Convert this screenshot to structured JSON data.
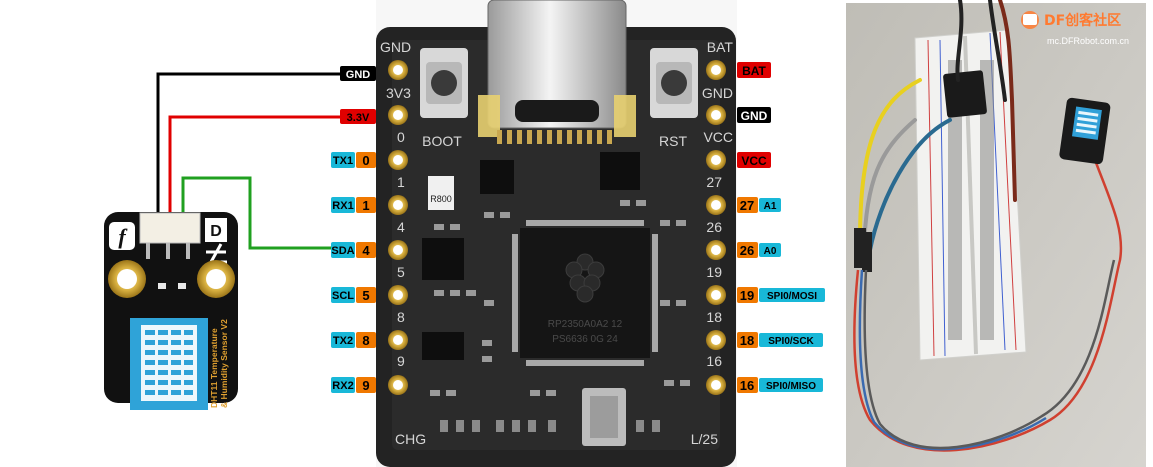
{
  "board": {
    "top_left_label": "GND",
    "top_right_label": "BAT",
    "left_silk": [
      "3V3",
      "0",
      "1",
      "4",
      "5",
      "8",
      "9"
    ],
    "right_silk": [
      "GND",
      "VCC",
      "27",
      "26",
      "19",
      "18",
      "16"
    ],
    "boot_label": "BOOT",
    "rst_label": "RST",
    "chg_label": "CHG",
    "corner_label": "L/25",
    "chip_line1": "RP2350A0A2  12",
    "chip_line2": "PS6636  0G  24"
  },
  "left_tags": [
    {
      "name": "GND",
      "color": "#000000",
      "text_color": "#ffffff"
    },
    {
      "name": "3.3V",
      "color": "#e00000",
      "text_color": "#000000"
    },
    {
      "name": "TX1",
      "num": "0",
      "color": "#18b8d8",
      "num_color": "#f07800"
    },
    {
      "name": "RX1",
      "num": "1",
      "color": "#18b8d8",
      "num_color": "#f07800"
    },
    {
      "name": "SDA",
      "num": "4",
      "color": "#18b8d8",
      "num_color": "#f07800"
    },
    {
      "name": "SCL",
      "num": "5",
      "color": "#18b8d8",
      "num_color": "#f07800"
    },
    {
      "name": "TX2",
      "num": "8",
      "color": "#18b8d8",
      "num_color": "#f07800"
    },
    {
      "name": "RX2",
      "num": "9",
      "color": "#18b8d8",
      "num_color": "#f07800"
    }
  ],
  "right_tags": [
    {
      "name": "BAT",
      "color": "#e00000",
      "text_color": "#000000"
    },
    {
      "name": "GND",
      "color": "#000000",
      "text_color": "#ffffff"
    },
    {
      "name": "VCC",
      "color": "#e00000",
      "text_color": "#000000"
    },
    {
      "num": "27",
      "name": "A1",
      "color": "#18b8d8",
      "num_color": "#f07800"
    },
    {
      "num": "26",
      "name": "A0",
      "color": "#18b8d8",
      "num_color": "#f07800"
    },
    {
      "num": "19",
      "name": "SPI0/MOSI",
      "color": "#18b8d8",
      "num_color": "#f07800"
    },
    {
      "num": "18",
      "name": "SPI0/SCK",
      "color": "#18b8d8",
      "num_color": "#f07800"
    },
    {
      "num": "16",
      "name": "SPI0/MISO",
      "color": "#18b8d8",
      "num_color": "#f07800"
    }
  ],
  "sensor": {
    "label_line1": "DHT11 Temperature",
    "label_line2": "& Humidity Sensor V2",
    "d_mark": "D"
  },
  "watermark": {
    "brand": "DF创客社区",
    "url": "mc.DFRobot.com.cn"
  },
  "wires": {
    "gnd": "#000000",
    "vcc": "#e00000",
    "data": "#20a020"
  }
}
